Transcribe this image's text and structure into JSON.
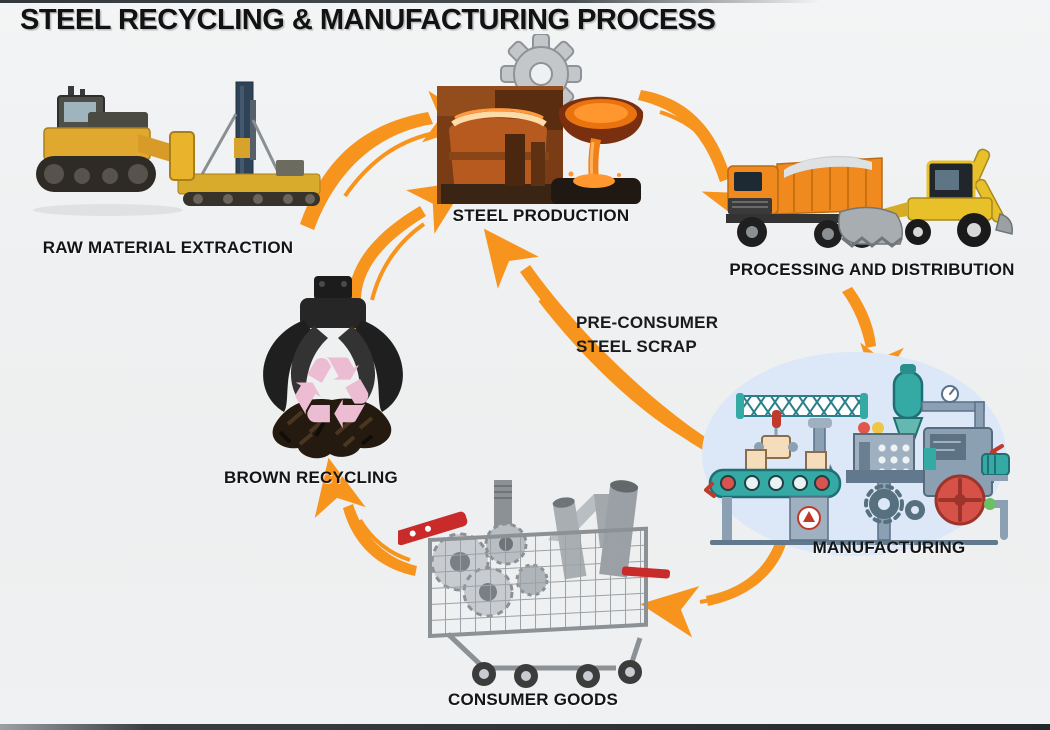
{
  "title": "STEEL RECYCLING & MANUFACTURING PROCESS",
  "stages": {
    "raw_material_extraction": "RAW MATERIAL EXTRACTION",
    "steel_production": "STEEL PRODUCTION",
    "processing_distribution": "PROCESSING AND DISTRIBUTION",
    "manufacturing": "MANUFACTURING",
    "consumer_goods": "CONSUMER GOODS",
    "brown_recycling": "BROWN RECYCLING"
  },
  "annotations": {
    "pre_consumer_line1": "PRE-CONSUMER",
    "pre_consumer_line2": "STEEL SCRAP"
  },
  "colors": {
    "arrow_orange": "#F7941E",
    "background_gray": "#EFF0F1",
    "text_black": "#151515",
    "manufacturing_circle_blue": "#DCE7F7",
    "recycle_symbol_pink": "#ECBCD2",
    "machinery_yellow": "#E8B32A",
    "truck_orange": "#F08A1E"
  }
}
